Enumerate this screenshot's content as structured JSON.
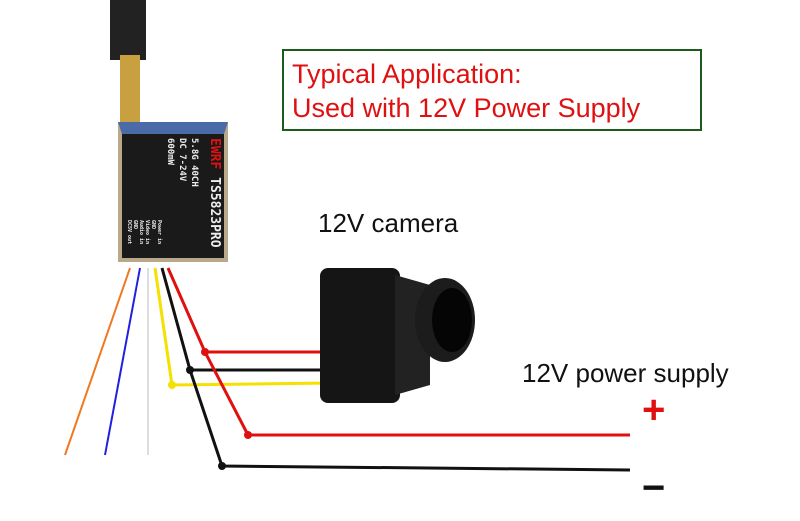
{
  "title_box": {
    "line1": "Typical Application:",
    "line2": "Used with 12V Power Supply"
  },
  "labels": {
    "camera": "12V camera",
    "power_supply": "12V power supply",
    "plus": "+",
    "minus": "−"
  },
  "module": {
    "brand": "EWRF",
    "model": "TS5823PRO",
    "specs": [
      "5.8G 40CH",
      "DC 7-24V",
      "600mW"
    ],
    "pins": [
      "Power in",
      "GND",
      "Video in",
      "Audio in",
      "GND",
      "DC5V out"
    ]
  },
  "colors": {
    "red": "#e01010",
    "black": "#111111",
    "yellow": "#f5e000",
    "white": "#e8e8e8",
    "blue": "#2020e0",
    "orange": "#f07820",
    "border": "#1e5a1e"
  }
}
